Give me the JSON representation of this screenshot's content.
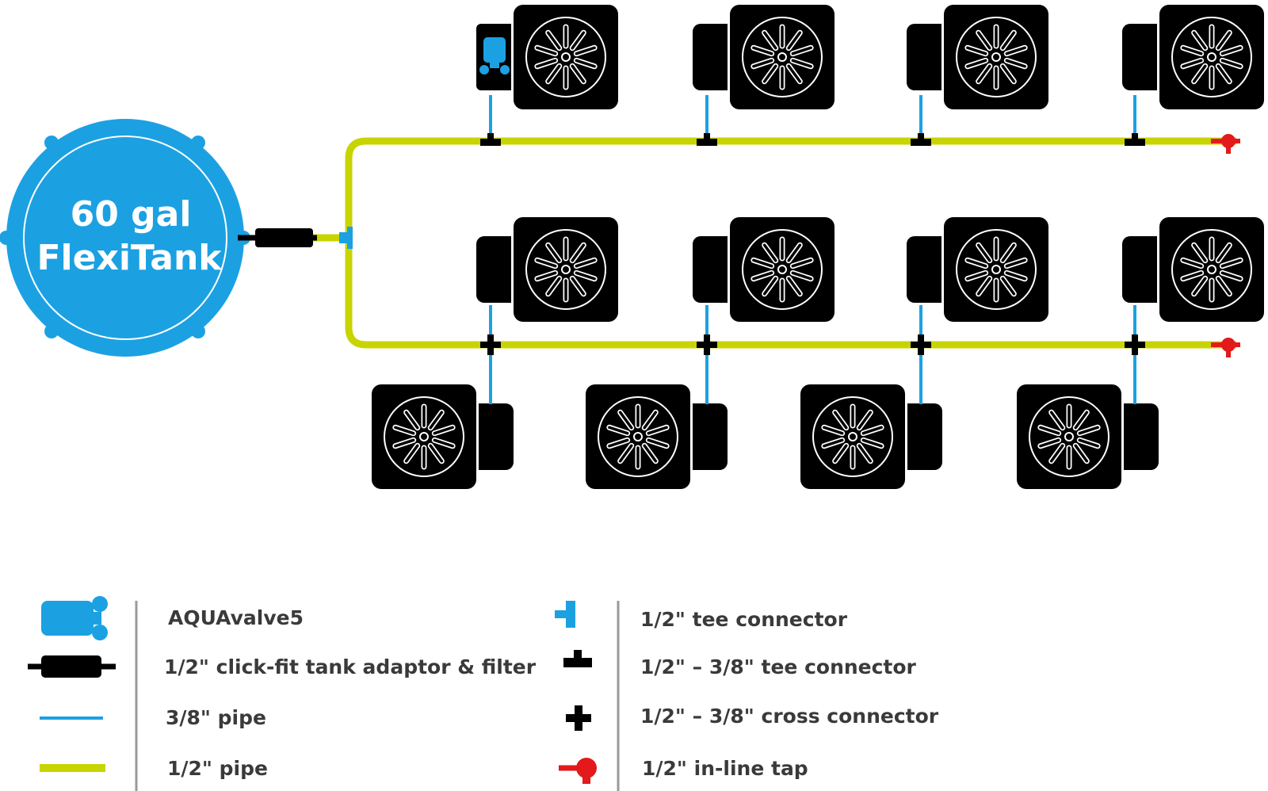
{
  "tank": {
    "line1": "60 gal",
    "line2": "FlexiTank"
  },
  "colors": {
    "tank_blue": "#1ba1e2",
    "pipe_half": "#c8d400",
    "pipe_three_eighths": "#1ba1e2",
    "connector": "#000000",
    "tap": "#e3191b",
    "pot": "#000000"
  },
  "legend": {
    "left": [
      {
        "icon": "aquavalve-icon",
        "label": "AQUAvalve5"
      },
      {
        "icon": "tank-adaptor-filter-icon",
        "label": "1/2\" click-fit tank adaptor & filter"
      },
      {
        "icon": "three-eighths-pipe-icon",
        "label": "3/8\" pipe"
      },
      {
        "icon": "half-inch-pipe-icon",
        "label": "1/2\" pipe"
      }
    ],
    "right": [
      {
        "icon": "half-tee-connector-icon",
        "label": "1/2\" tee connector"
      },
      {
        "icon": "reducing-tee-connector-icon",
        "label": "1/2\" – 3/8\" tee connector"
      },
      {
        "icon": "cross-connector-icon",
        "label": "1/2\" – 3/8\" cross connector"
      },
      {
        "icon": "inline-tap-icon",
        "label": "1/2\" in-line tap"
      }
    ]
  }
}
